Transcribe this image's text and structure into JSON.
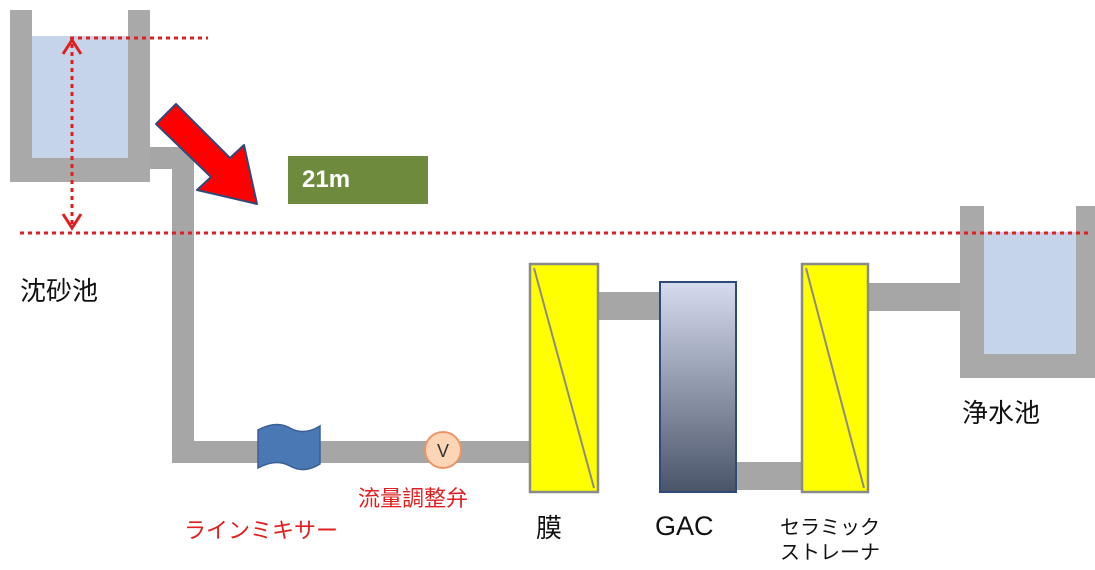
{
  "labels": {
    "sedimentation_basin": "沈砂池",
    "clean_water_basin": "浄水池",
    "height_difference": "21m",
    "flow_control_valve": "流量調整弁",
    "line_mixer": "ラインミキサー",
    "membrane": "膜",
    "gac": "GAC",
    "ceramic_strainer_line1": "セラミック",
    "ceramic_strainer_line2": "ストレーナ",
    "valve_symbol": "V"
  },
  "colors": {
    "pipe": "#a6a6a6",
    "tank_wall": "#a9a9a9",
    "water": "#c6d4ea",
    "level_line": "#e02020",
    "arrow": "#ff0000",
    "height_box": "#6e8b3d",
    "membrane_fill": "#ffff00",
    "mixer": "#4a78b5",
    "valve": "#fbd5b5"
  }
}
